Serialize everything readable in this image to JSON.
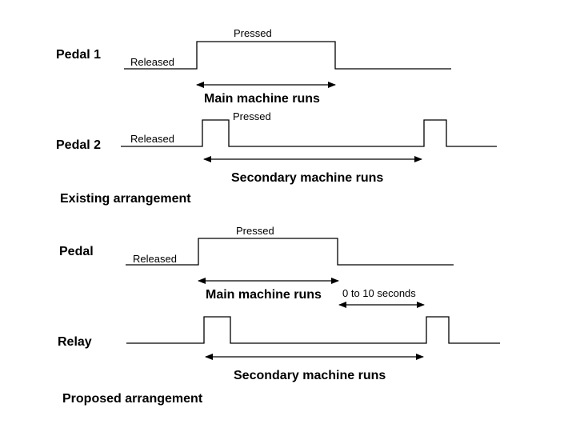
{
  "sections": {
    "existing": {
      "title": "Existing arrangement",
      "pedal1": {
        "label": "Pedal 1",
        "pressed": "Pressed",
        "released": "Released",
        "duration": "Main machine runs"
      },
      "pedal2": {
        "label": "Pedal 2",
        "pressed": "Pressed",
        "released": "Released",
        "duration": "Secondary machine runs"
      }
    },
    "proposed": {
      "title": "Proposed arrangement",
      "pedal": {
        "label": "Pedal",
        "pressed": "Pressed",
        "released": "Released",
        "duration": "Main machine runs",
        "delay": "0 to 10 seconds"
      },
      "relay": {
        "label": "Relay",
        "duration": "Secondary machine runs"
      }
    }
  }
}
